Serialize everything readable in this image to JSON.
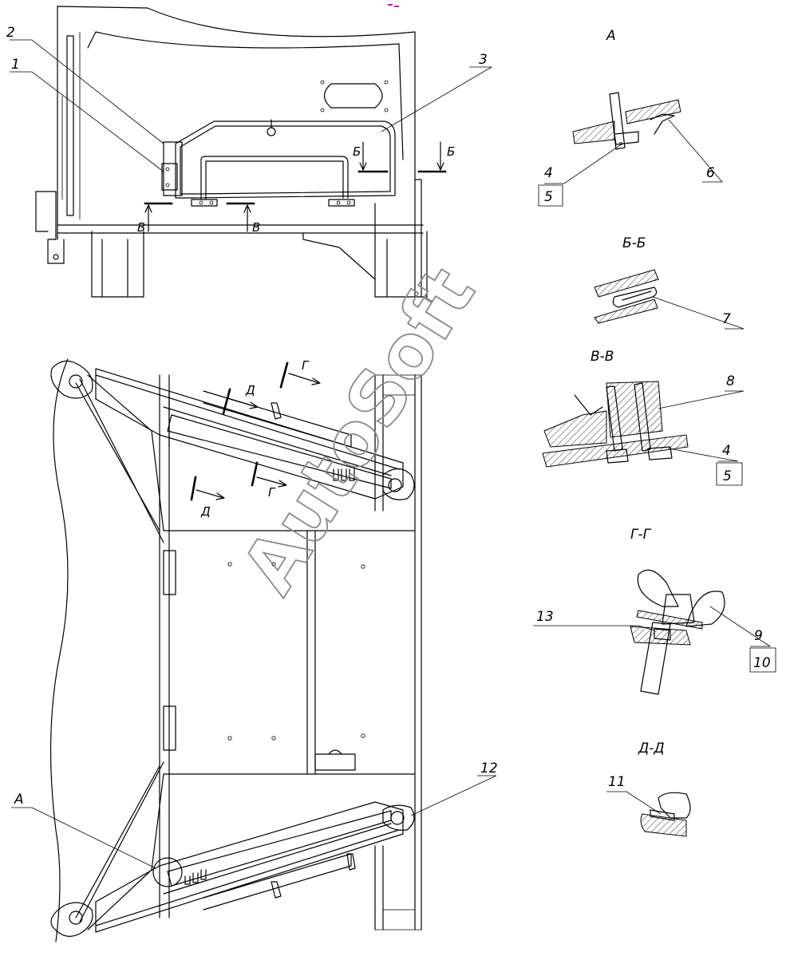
{
  "parts": {
    "p1": "1",
    "p2": "2",
    "p3": "3",
    "p4": "4",
    "p5": "5",
    "p6": "6",
    "p7": "7",
    "p8": "8",
    "p9": "9",
    "p10": "10",
    "p11": "11",
    "p12": "12",
    "p13": "13"
  },
  "views": {
    "view_a": "А",
    "section_b": "Б-Б",
    "section_v": "В-В",
    "section_g": "Г-Г",
    "section_d": "Д-Д"
  },
  "cut_letters": {
    "b": "Б",
    "v": "В",
    "g": "Г",
    "d": "Д",
    "a": "А"
  },
  "watermark": "AutoSoft"
}
